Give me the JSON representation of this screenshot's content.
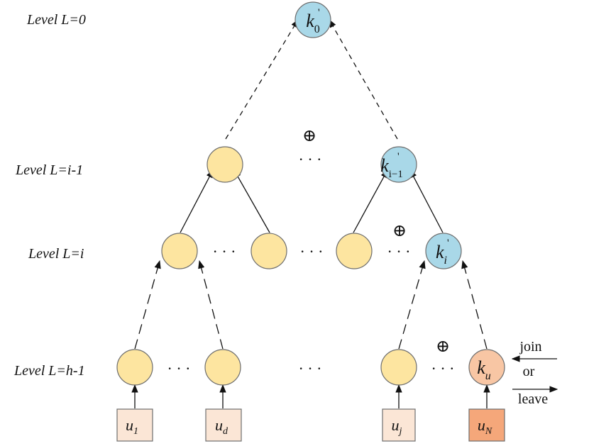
{
  "levels": {
    "l0": "Level L=0",
    "li1": "Level L=i-1",
    "li": "Level L=i",
    "lh1": "Level L=h-1"
  },
  "nodes": {
    "root": {
      "base": "k",
      "sub": "0",
      "prime": "'"
    },
    "ki1": {
      "base": "k",
      "sub": "i−1",
      "prime": "'"
    },
    "ki": {
      "base": "k",
      "sub": "i",
      "prime": "'"
    },
    "ku": {
      "base": "k",
      "sub": "u"
    }
  },
  "users": {
    "u1": {
      "base": "u",
      "sub": "1"
    },
    "ud": {
      "base": "u",
      "sub": "d"
    },
    "uj": {
      "base": "u",
      "sub": "j"
    },
    "uN": {
      "base": "u",
      "sub": "N"
    }
  },
  "symbols": {
    "xor": "⊕",
    "ellipsis": "· · ·"
  },
  "join_leave": {
    "join": "join",
    "or": "or",
    "leave": "leave"
  },
  "colors": {
    "default_node": "#fde5a0",
    "key_node": "#a9d8e8",
    "user_key_node": "#f8c6a4",
    "user_box": "#fbe6d6",
    "user_box_highlight": "#f5a77a"
  }
}
